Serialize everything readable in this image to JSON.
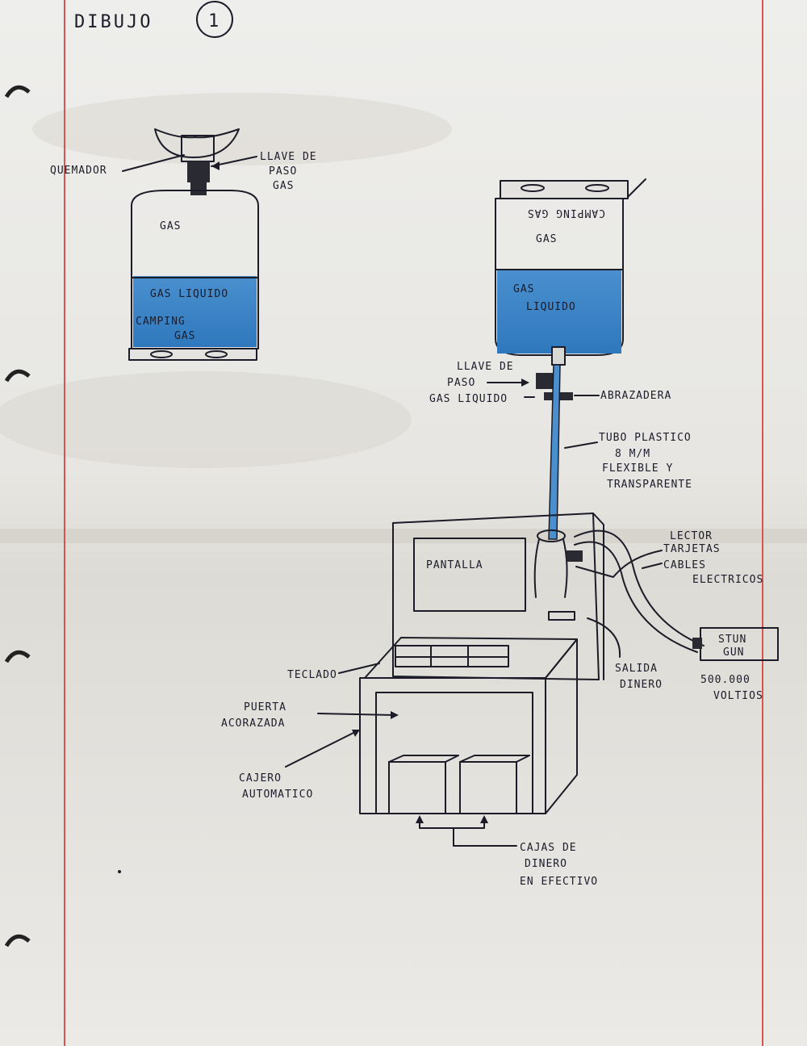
{
  "sheet": {
    "title": "DIBUJO",
    "number": "1"
  },
  "camping_bottle": {
    "quemador": "QUEMADOR",
    "llave_line1": "LLAVE DE",
    "llave_line2": "PASO",
    "llave_line3": "GAS",
    "gas": "GAS",
    "gas_liquido": "GAS LIQUIDO",
    "camping_line1": "CAMPING",
    "camping_line2": "GAS"
  },
  "inverted_bottle": {
    "brand_mirrored": "CAMPING GAS",
    "gas": "GAS",
    "liquid_line1": "GAS",
    "liquid_line2": "LIQUIDO",
    "llave_line1": "LLAVE DE",
    "llave_line2": "PASO",
    "llave_line3": "GAS LIQUIDO",
    "abrazadera": "ABRAZADERA",
    "tubo_line1": "TUBO PLASTICO",
    "tubo_line2": "8 M/M",
    "tubo_line3": "FLEXIBLE Y",
    "tubo_line4": "TRANSPARENTE"
  },
  "atm": {
    "pantalla": "PANTALLA",
    "lector_line1": "LECTOR",
    "lector_line2": "TARJETAS",
    "cables_line1": "CABLES",
    "cables_line2": "ELECTRICOS",
    "stun_line1": "STUN",
    "stun_line2": "GUN",
    "voltios_line1": "500.000",
    "voltios_line2": "VOLTIOS",
    "salida_line1": "SALIDA",
    "salida_line2": "DINERO",
    "teclado": "TECLADO",
    "puerta_line1": "PUERTA",
    "puerta_line2": "ACORAZADA",
    "cajero_line1": "CAJERO",
    "cajero_line2": "AUTOMATICO",
    "cajas_line1": "CAJAS DE",
    "cajas_line2": "DINERO",
    "cajas_line3": "EN EFECTIVO"
  },
  "colors": {
    "paper": "#ececea",
    "margin_line": "#d9534f",
    "ink": "#1c1c28",
    "liquid_blue": "#3f87c9"
  }
}
